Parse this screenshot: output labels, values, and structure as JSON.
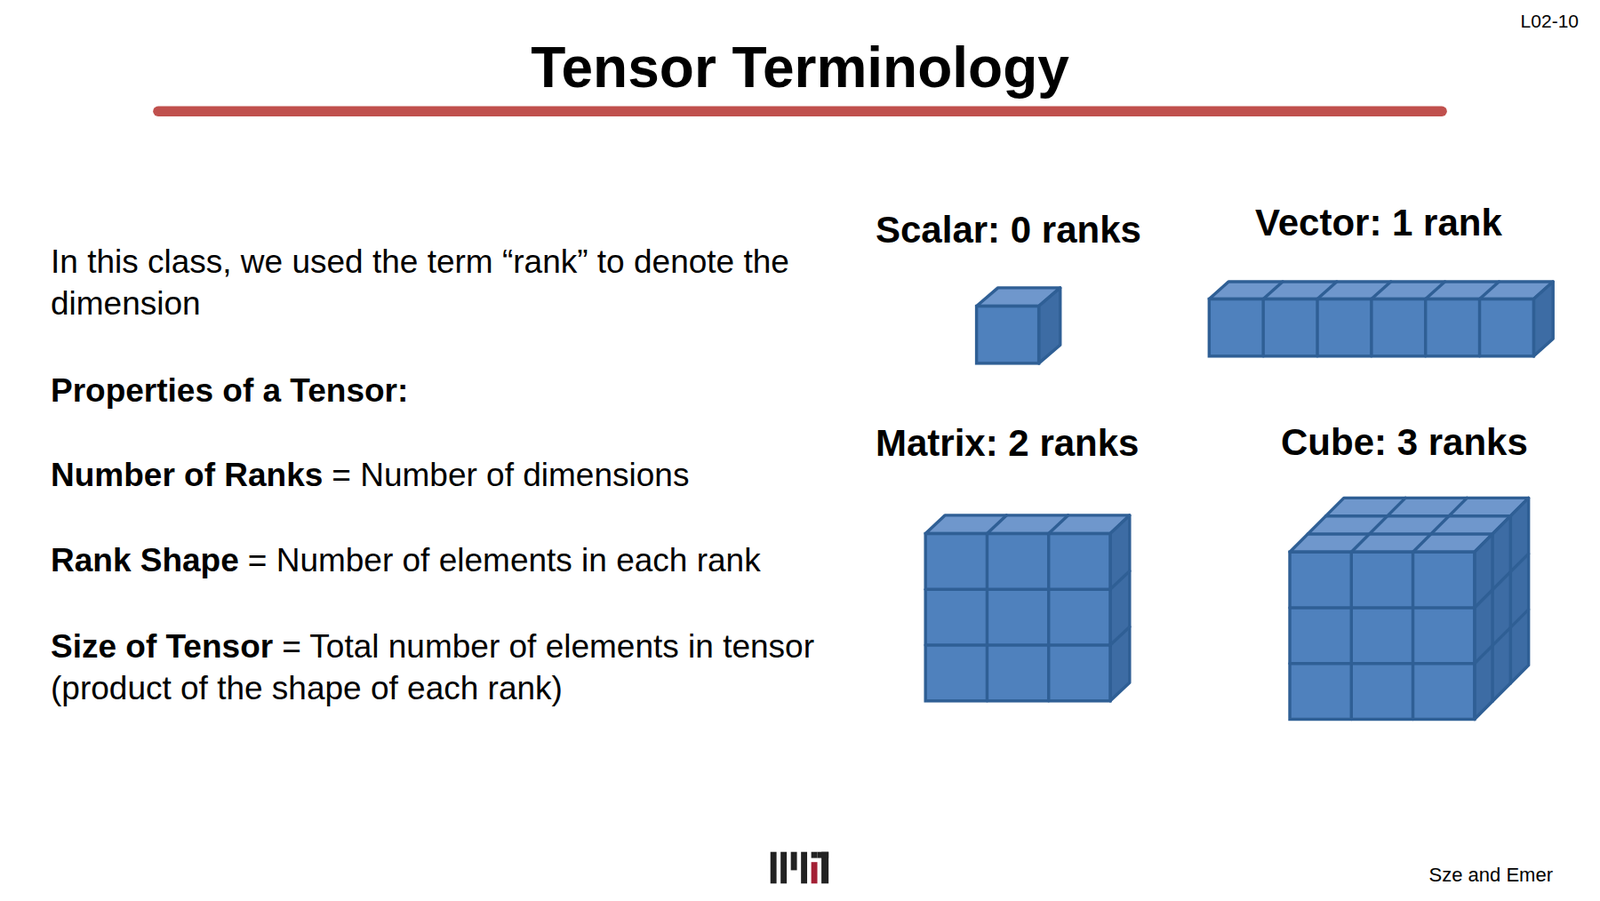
{
  "diagram": {
    "title": "Tensor Terminology",
    "labels": [
      "L02-10",
      "In this class, we used the term “rank” to denote the dimension",
      "Properties of a Tensor:",
      "Number of Ranks",
      "= Number of dimensions",
      "Rank Shape",
      "= Number of elements in each rank",
      "Size of Tensor",
      "= Total number of elements in tensor (product of the shape of each rank)",
      "Scalar: 0 ranks",
      "Vector: 1 rank",
      "Matrix: 2 ranks",
      "Cube: 3 ranks",
      "Sze and Emer"
    ]
  }
}
